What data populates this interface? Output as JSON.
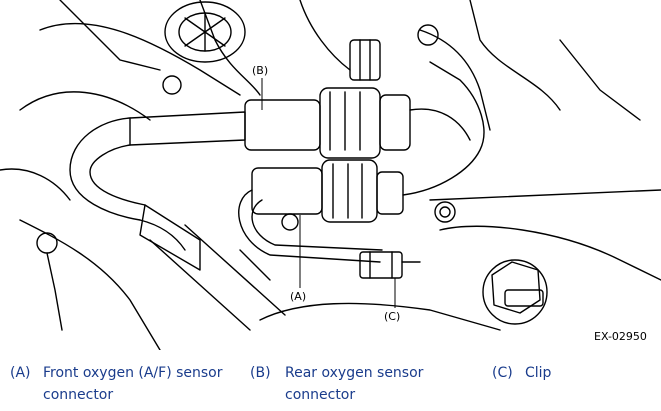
{
  "figure": {
    "id_label": "EX-02950",
    "callouts": {
      "a": "(A)",
      "b": "(B)",
      "c": "(C)"
    }
  },
  "legend": [
    {
      "key": "(A)",
      "text": "Front oxygen (A/F) sensor connector"
    },
    {
      "key": "(B)",
      "text": "Rear oxygen sensor connector"
    },
    {
      "key": "(C)",
      "text": "Clip"
    }
  ],
  "colors": {
    "legend_text": "#1a3c8c",
    "line_art": "#000000"
  }
}
